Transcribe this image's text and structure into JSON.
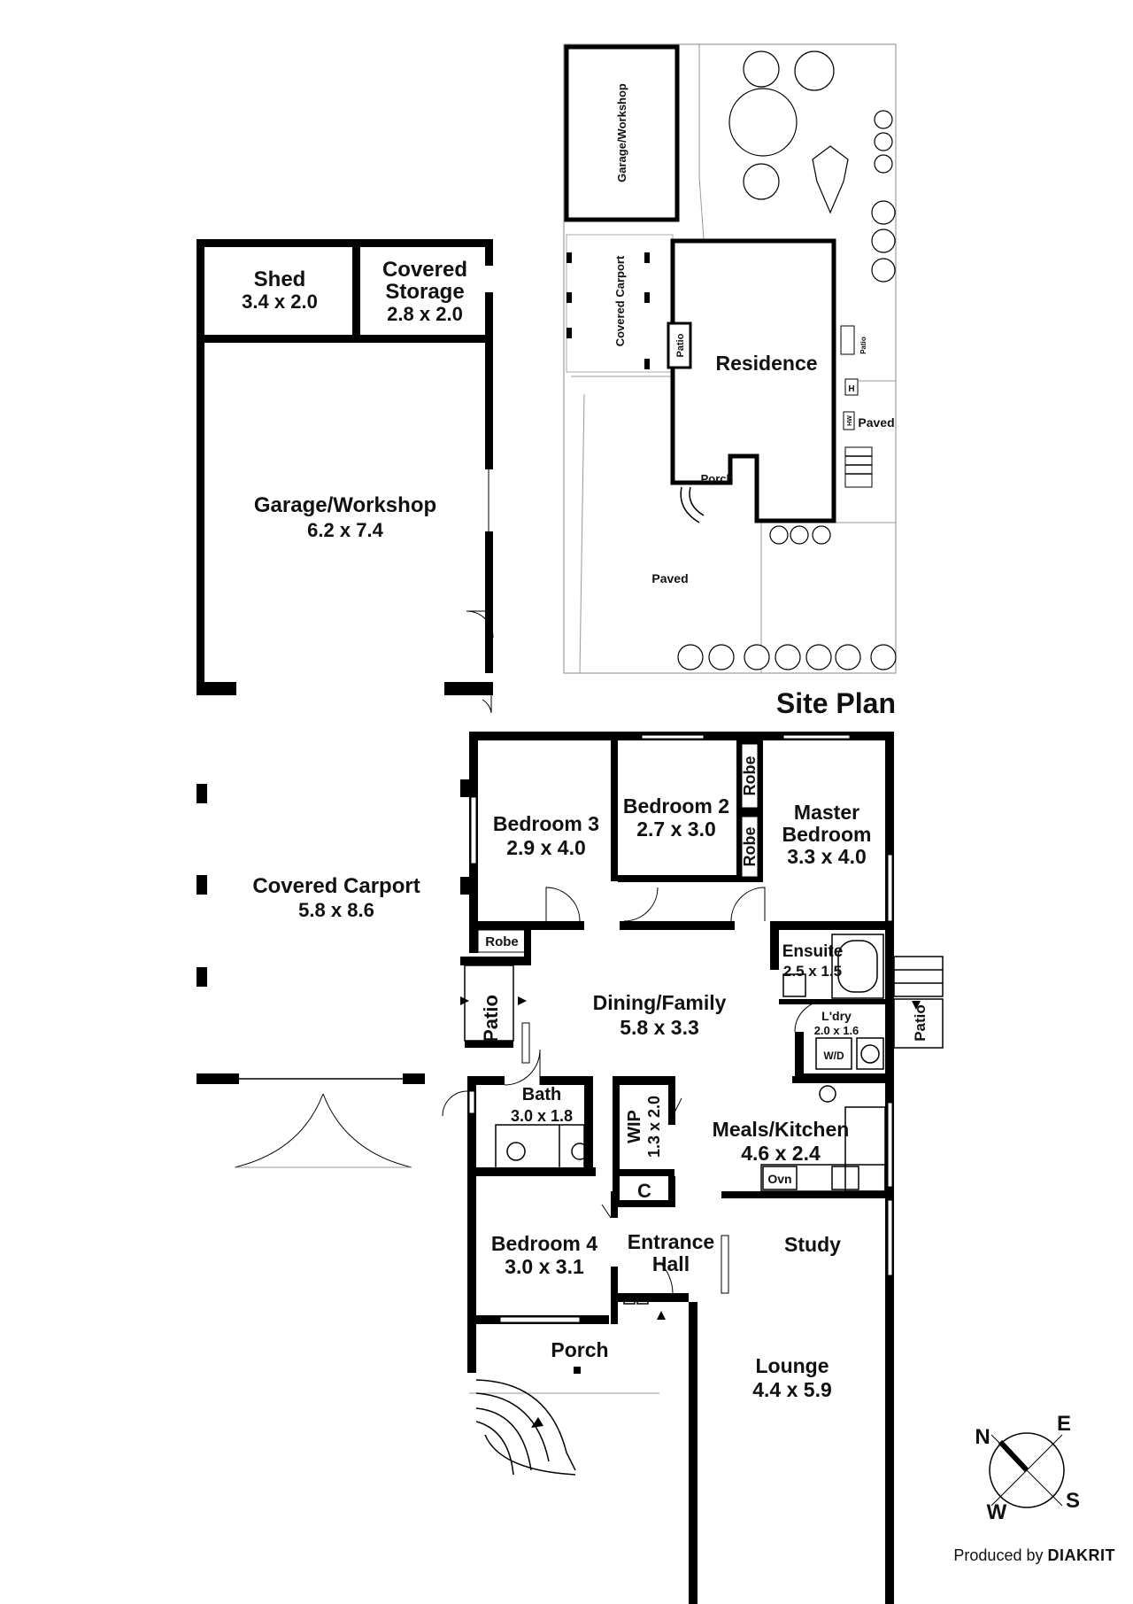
{
  "site_plan": {
    "heading": "Site Plan",
    "labels": {
      "garage": "Garage/Workshop",
      "carport": "Covered Carport",
      "residence": "Residence",
      "patio": "Patio",
      "patio_small": "Patio",
      "porch": "Porch",
      "paved_1": "Paved",
      "paved_2": "Paved",
      "hw": "HW",
      "h": "H"
    }
  },
  "outbuilding": {
    "shed": {
      "name": "Shed",
      "dims": "3.4 x 2.0"
    },
    "covered_storage": {
      "name_1": "Covered",
      "name_2": "Storage",
      "dims": "2.8 x 2.0"
    },
    "garage": {
      "name": "Garage/Workshop",
      "dims": "6.2 x 7.4"
    },
    "carport": {
      "name": "Covered Carport",
      "dims": "5.8 x 8.6"
    }
  },
  "rooms": {
    "bedroom3": {
      "name": "Bedroom 3",
      "dims": "2.9 x 4.0"
    },
    "bedroom2": {
      "name": "Bedroom 2",
      "dims": "2.7 x 3.0"
    },
    "master": {
      "name_1": "Master",
      "name_2": "Bedroom",
      "dims": "3.3 x 4.0"
    },
    "robe_a": "Robe",
    "robe_b": "Robe",
    "robe_c": "Robe",
    "ensuite": {
      "name": "Ensuite",
      "dims": "2.5 x 1.5"
    },
    "laundry": {
      "name": "L'dry",
      "dims": "2.0 x 1.6",
      "wd": "W/D"
    },
    "patio_left": "Patio",
    "patio_right": "Patio",
    "dining": {
      "name": "Dining/Family",
      "dims": "5.8 x 3.3"
    },
    "bath": {
      "name": "Bath",
      "dims": "3.0 x 1.8"
    },
    "wip": {
      "name": "WIP",
      "dims": "1.3 x 2.0"
    },
    "kitchen": {
      "name": "Meals/Kitchen",
      "dims": "4.6 x 2.4",
      "oven": "Ovn"
    },
    "cupboard": "C",
    "bedroom4": {
      "name": "Bedroom 4",
      "dims": "3.0 x 3.1"
    },
    "entrance": {
      "name_1": "Entrance",
      "name_2": "Hall"
    },
    "study": "Study",
    "porch": "Porch",
    "lounge": {
      "name": "Lounge",
      "dims": "4.4 x 5.9"
    }
  },
  "compass": {
    "n": "N",
    "e": "E",
    "s": "S",
    "w": "W"
  },
  "footer": {
    "prefix": "Produced by",
    "brand": "DIAKRIT"
  }
}
